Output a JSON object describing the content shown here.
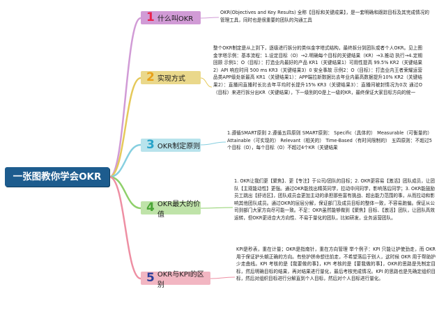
{
  "root": {
    "title": "一张图教你学会OKR"
  },
  "branches": [
    {
      "num": "1",
      "title": "什么叫OKR",
      "note": "OKR(Objectives and Key Results) 全称【目标和关键成果】，是一套明确和跟踪目标及其完成情况的管理工具，同时也是很重要的团队的沟通工具"
    },
    {
      "num": "2",
      "title": "实现方式",
      "note": "整个OKR制定是从上到下，逐级进行拆分的类似金字塔式结构，最终拆分到团队或者个人OKR。见上图金字塔示例：基本流程：1.设定目标（O）→2.明确每个目标的关键结果（KR）→3.推动 执行→4.定期回顾 示例1：O（目标）：打造业内最好的产品 KR1（关键结果1）可用性提高 99.5% KR2（关键结果2）API 响应时间 500 ms KR3（关键结果3）0 安全事故 示例2：O（目标）：打造业内王者荣耀运营品类APP级处新最高 KR1（关键结果1）：APP端拉新数据比去年业内最高数据提升10% KR2（关键结果2）：直播间直播时长比去年平均时长提升15% KR3（关键结果3）：直播间被封情况为0次 通过O（目标）来进行拆分出KR（关键结果），下一级别的O是上一级的KR，最终保证大家目标方向的统一"
    },
    {
      "num": "3",
      "title": "OKR制定原则",
      "note": "1.遵循SMART原则 2.遵循五四原则 SMART原则： Specific（具体的） Measurable（可衡量的） Attainable（可实现的） Relevant（相关的） Time-Based（有时间限制的） 五四原则：不超过5个目标（O），每个目标（O）不超过4个KR（关键结果"
    },
    {
      "num": "4",
      "title": "OKR最大的价值",
      "note": "1. OKR让我们更【聚焦】、更【专注】于公司/团队的目标；2. OKR更容易【激活】团队成员，让团队【主观能动性】更强。通过OKR能找出精英同学，拉动中间同学，影响落后同学；3. OKR能鼓励员工跳出【舒适区】，团队成员会更加主动的承担那些富有挑战、超出能力范围的事，从而拉动和影响其他团队成员。通过OKR的层层分解，保证部门及成员目标的整体一致，不容易跑偏。保证从公司到部门大家方向尽可能一致。不足：OKR虽然能够做到【聚焦】目标、【激活】团队，让团队高效运转，但OKR更适合大方向性、不易于量化的团队，比如研发，业务运营团队。"
    },
    {
      "num": "5",
      "title": "OKR与KPI的区别",
      "note": "KPI是秒表，重在计量；OKR是指南针，重在方向管理 举个例子：KPI 只能让护使劲走，而 OKR 用于保证护头朝正确的方向。有些护拼命想往前走，不希望落后于别人，这时候 OKR 用于帮助护少走曲线。KPI 考核的是【我要做的事】，KPI 考核的是【要我做的事】，OKR的思路是先制定目标，然后明确目标的结果，再对结果进行量化，最后考核完成情况。KPI 的思路也是先确定组织目标，然后对组织目标进行分解直到个人目标，然后对个人目标进行量化。"
    }
  ],
  "colors": {
    "root_fill": "#1d5c8e",
    "link_1": "#d19bd6",
    "link_2": "#e5c95a",
    "link_3": "#86cfe0",
    "link_4": "#8fd06b",
    "link_5": "#ee8fa3",
    "num_1": "#e8244d",
    "num_2": "#e8a019",
    "num_3": "#27a3c9",
    "num_4": "#4aa536",
    "num_5": "#2c3f9a"
  }
}
